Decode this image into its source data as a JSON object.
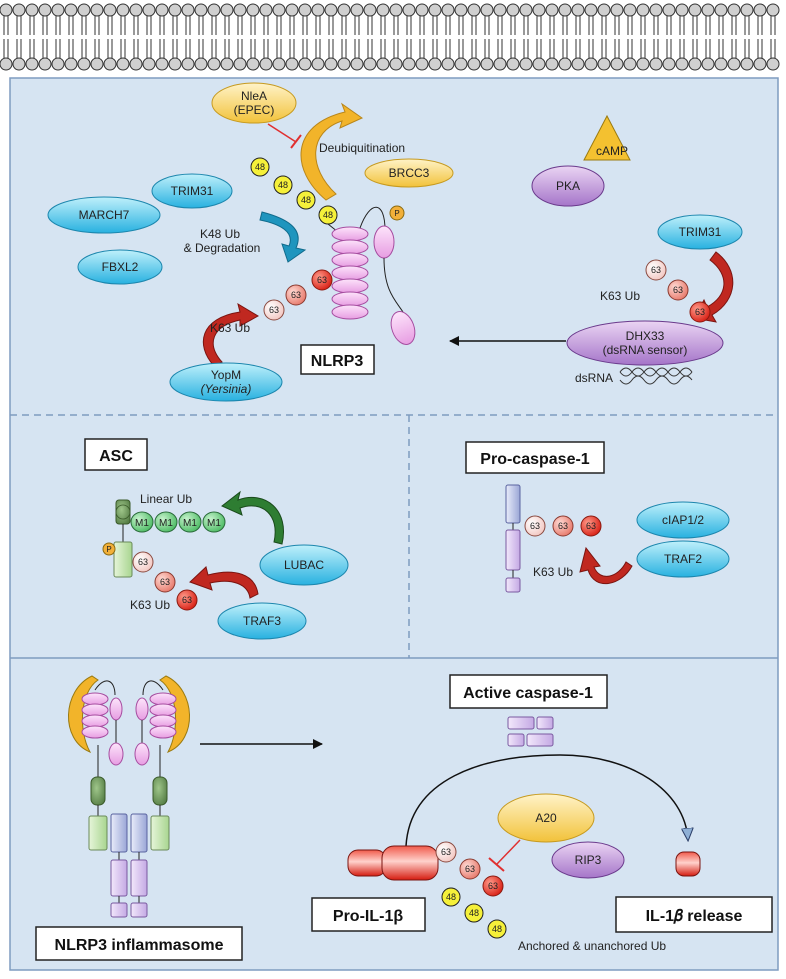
{
  "nlrp3_panel": {
    "title": "NLRP3",
    "nlea": "NleA",
    "nlea_sub": "(EPEC)",
    "deubiquitination": "Deubiquitination",
    "brcc3": "BRCC3",
    "trim31_left": "TRIM31",
    "march7": "MARCH7",
    "fbxl2": "FBXL2",
    "k48_line1": "K48 Ub",
    "k48_line2": "& Degradation",
    "k63_left": "K63 Ub",
    "yopm": "YopM",
    "yopm_sub": "(Yersinia)",
    "pka": "PKA",
    "camp": "cAMP",
    "trim31_right": "TRIM31",
    "k63_right": "K63 Ub",
    "dhx33": "DHX33",
    "dhx33_sub": "(dsRNA sensor)",
    "dsrna": "dsRNA",
    "phospho": "P",
    "chain48": "48",
    "chain63": "63"
  },
  "asc_panel": {
    "title": "ASC",
    "linear_ub": "Linear Ub",
    "m1": "M1",
    "lubac": "LUBAC",
    "k63": "K63 Ub",
    "traf3": "TRAF3",
    "phospho": "P"
  },
  "procasp_panel": {
    "title": "Pro-caspase-1",
    "ciap": "cIAP1/2",
    "traf2": "TRAF2",
    "k63": "K63 Ub"
  },
  "inflammasome_panel": {
    "inflammasome": "NLRP3 inflammasome",
    "active_casp": "Active caspase-1",
    "a20": "A20",
    "rip3": "RIP3",
    "pro_il": "Pro-IL-1β",
    "il_release": "IL-1𝛽 release",
    "anchored": "Anchored & unanchored Ub"
  },
  "colors": {
    "panel_bg": "#d6e4f2",
    "panel_border": "#7f9cc0",
    "ub48": "#f5f03a",
    "nlrp3_pink": "#f2b5ef",
    "cyan_ellipse": "#3fbfe6",
    "purple_ellipse": "#b48ad3",
    "yellow_ellipse": "#f5c842"
  }
}
